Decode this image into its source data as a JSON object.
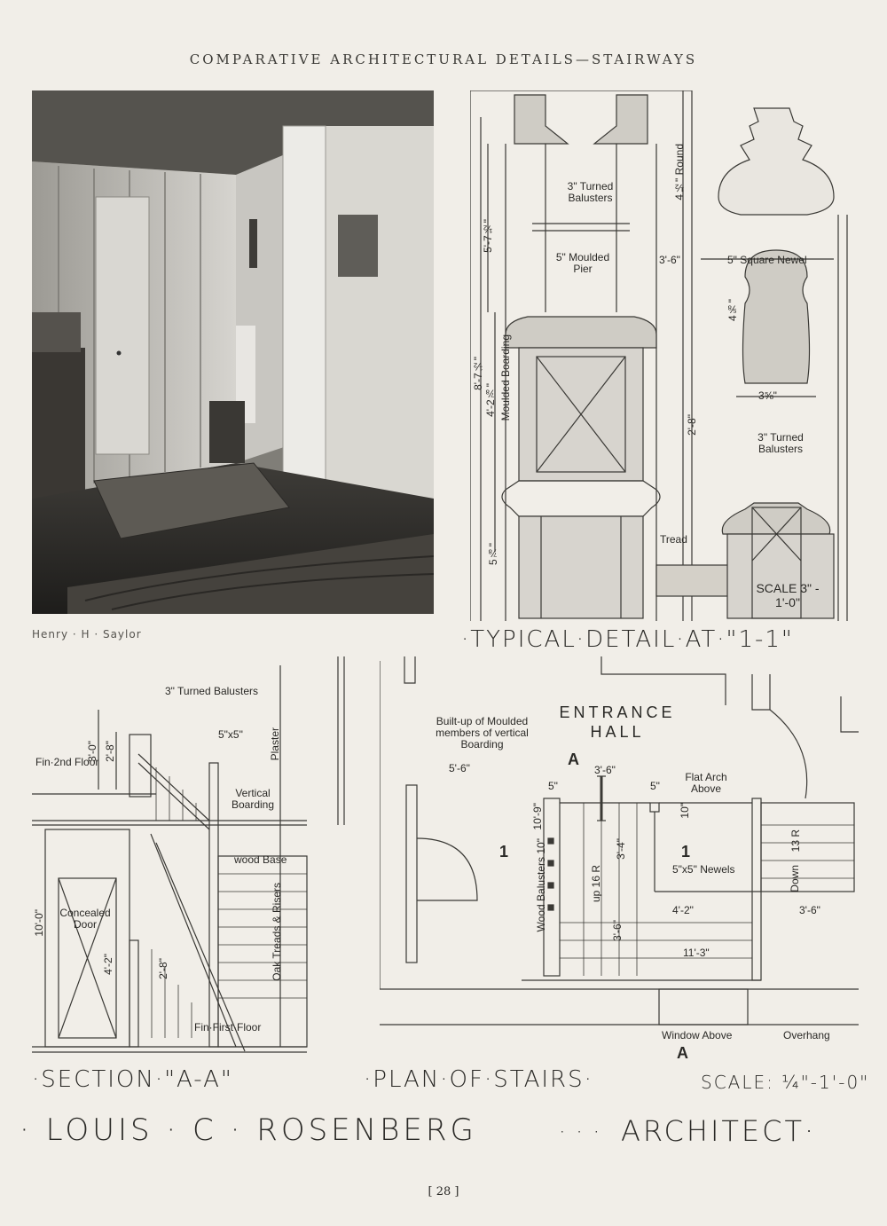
{
  "header": "COMPARATIVE ARCHITECTURAL DETAILS—STAIRWAYS",
  "photo_credit": "Henry · H · Saylor",
  "typical_detail": {
    "title": "·TYPICAL·DETAIL·AT·\"1-1\"",
    "labels": {
      "round": "4½\" Round",
      "turned_balusters_top": "3\" Turned Balusters",
      "height_5_7": "5'-7½\"",
      "moulded_pier": "5\" Moulded Pier",
      "dim_3_6": "3'-6\"",
      "square_newel": "5\" Square Newel",
      "height_8_7": "8'-7½\"",
      "height_4_2": "4'-2⅞\"",
      "moulded_boarding": "Moulded Boarding",
      "dim_4_5": "4⅝\"",
      "dim_3_5": "3⅝\"",
      "dim_2_8": "2'-8\"",
      "turned_balusters_bottom": "3\" Turned Balusters",
      "tread": "Tread",
      "dim_5_8": "5⅞\"",
      "scale": "SCALE 3\" - 1'-0\""
    }
  },
  "section": {
    "title": "·SECTION·\"A-A\"",
    "labels": {
      "turned_balusters": "3\" Turned Balusters",
      "dim_5x5": "5\"x5\"",
      "plaster": "Plaster",
      "dim_3_0": "3'-0\"",
      "dim_2_8": "2'-8\"",
      "fin_2nd_floor": "Fin·2nd Floor",
      "vertical_boarding": "Vertical Boarding",
      "wood_base": "wood Base",
      "concealed_door": "Concealed Door",
      "dim_10_0": "10'-0\"",
      "oak_treads": "Oak Treads & Risers",
      "dim_2_8_lower": "2'-8\"",
      "dim_4_2": "4'-2\"",
      "fin_first_floor": "Fin·First·Floor"
    }
  },
  "plan": {
    "title": "·PLAN·OF·STAIRS·",
    "scale": "SCALE: ¼\"-1'-0\"",
    "labels": {
      "entrance_hall": "ENTRANCE HALL",
      "built_up": "Built-up of Moulded members of vertical Boarding",
      "marker_a": "A",
      "dim_5_6": "5'-6\"",
      "dim_5_a": "5\"",
      "dim_3_6": "3'-6\"",
      "dim_5_b": "5\"",
      "flat_arch": "Flat Arch Above",
      "dim_10_9": "10'-9\"",
      "wood_balusters": "Wood Balusters 10\"",
      "dim_3_4": "3'-4\"",
      "marker_1a": "1",
      "marker_1b": "1",
      "newels": "5\"x5\" Newels",
      "dim_10_b": "10\"",
      "dim_13": "13 R",
      "up": "up 16 R",
      "down": "Down",
      "dim_4_2": "4'-2\"",
      "dim_3_6_b": "3'-6\"",
      "dim_3_6_c": "3'-6\"",
      "dim_11_3": "11'-3\"",
      "window_above": "Window Above",
      "overhang": "Overhang",
      "marker_a_bottom": "A"
    }
  },
  "footer": {
    "architect_name": "· LOUIS · C · ROSENBERG",
    "separator": "· · ·",
    "architect_title": "ARCHITECT·"
  },
  "page_number": "[ 28 ]"
}
